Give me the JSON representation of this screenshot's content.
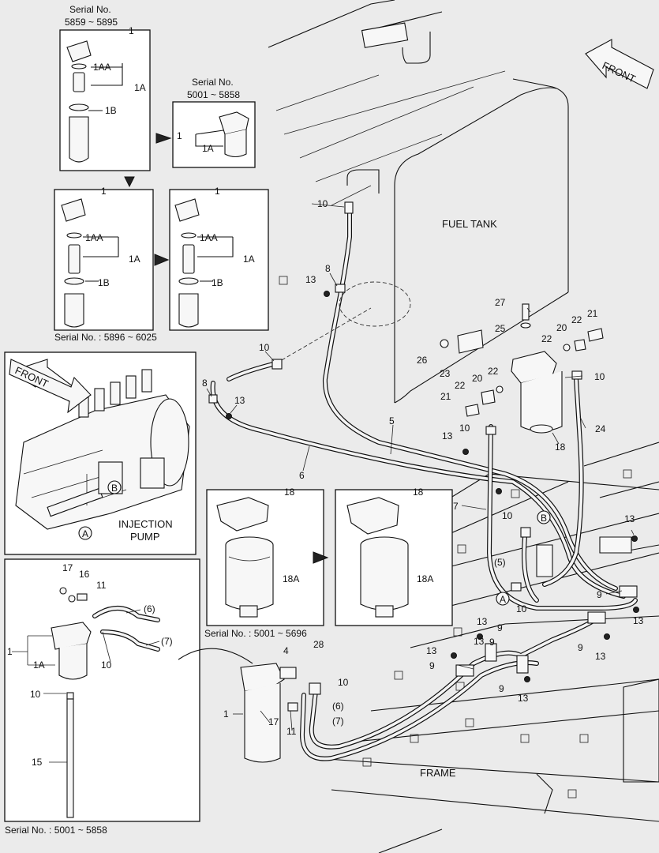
{
  "serials": {
    "top_left": [
      "Serial No.",
      "5859 ~ 5895"
    ],
    "top_mid": [
      "Serial No.",
      "5001 ~ 5858"
    ],
    "mid_left": "Serial No. : 5896 ~ 6025",
    "mid_right": "Serial No. : 5001 ~ 5696",
    "bottom_left": "Serial No. : 5001 ~ 5858"
  },
  "labels": {
    "fuel_tank": "FUEL TANK",
    "frame": "FRAME",
    "front_top": "FRONT",
    "front_pump": "FRONT",
    "injection_pump": [
      "INJECTION",
      "PUMP"
    ]
  },
  "callouts": {
    "p1": "1",
    "p1A": "1A",
    "p1AA": "1AA",
    "p1B": "1B",
    "p4": "4",
    "p5": "5",
    "p5p": "(5)",
    "p6": "6",
    "p6p": "(6)",
    "p7": "7",
    "p7p": "(7)",
    "p8": "8",
    "p9": "9",
    "p10": "10",
    "p11": "11",
    "p13": "13",
    "p15": "15",
    "p16": "16",
    "p17": "17",
    "p18": "18",
    "p18A": "18A",
    "p20": "20",
    "p21": "21",
    "p22": "22",
    "p23": "23",
    "p24": "24",
    "p25": "25",
    "p26": "26",
    "p27": "27",
    "p28": "28",
    "mark_A": "A",
    "mark_B": "B"
  }
}
